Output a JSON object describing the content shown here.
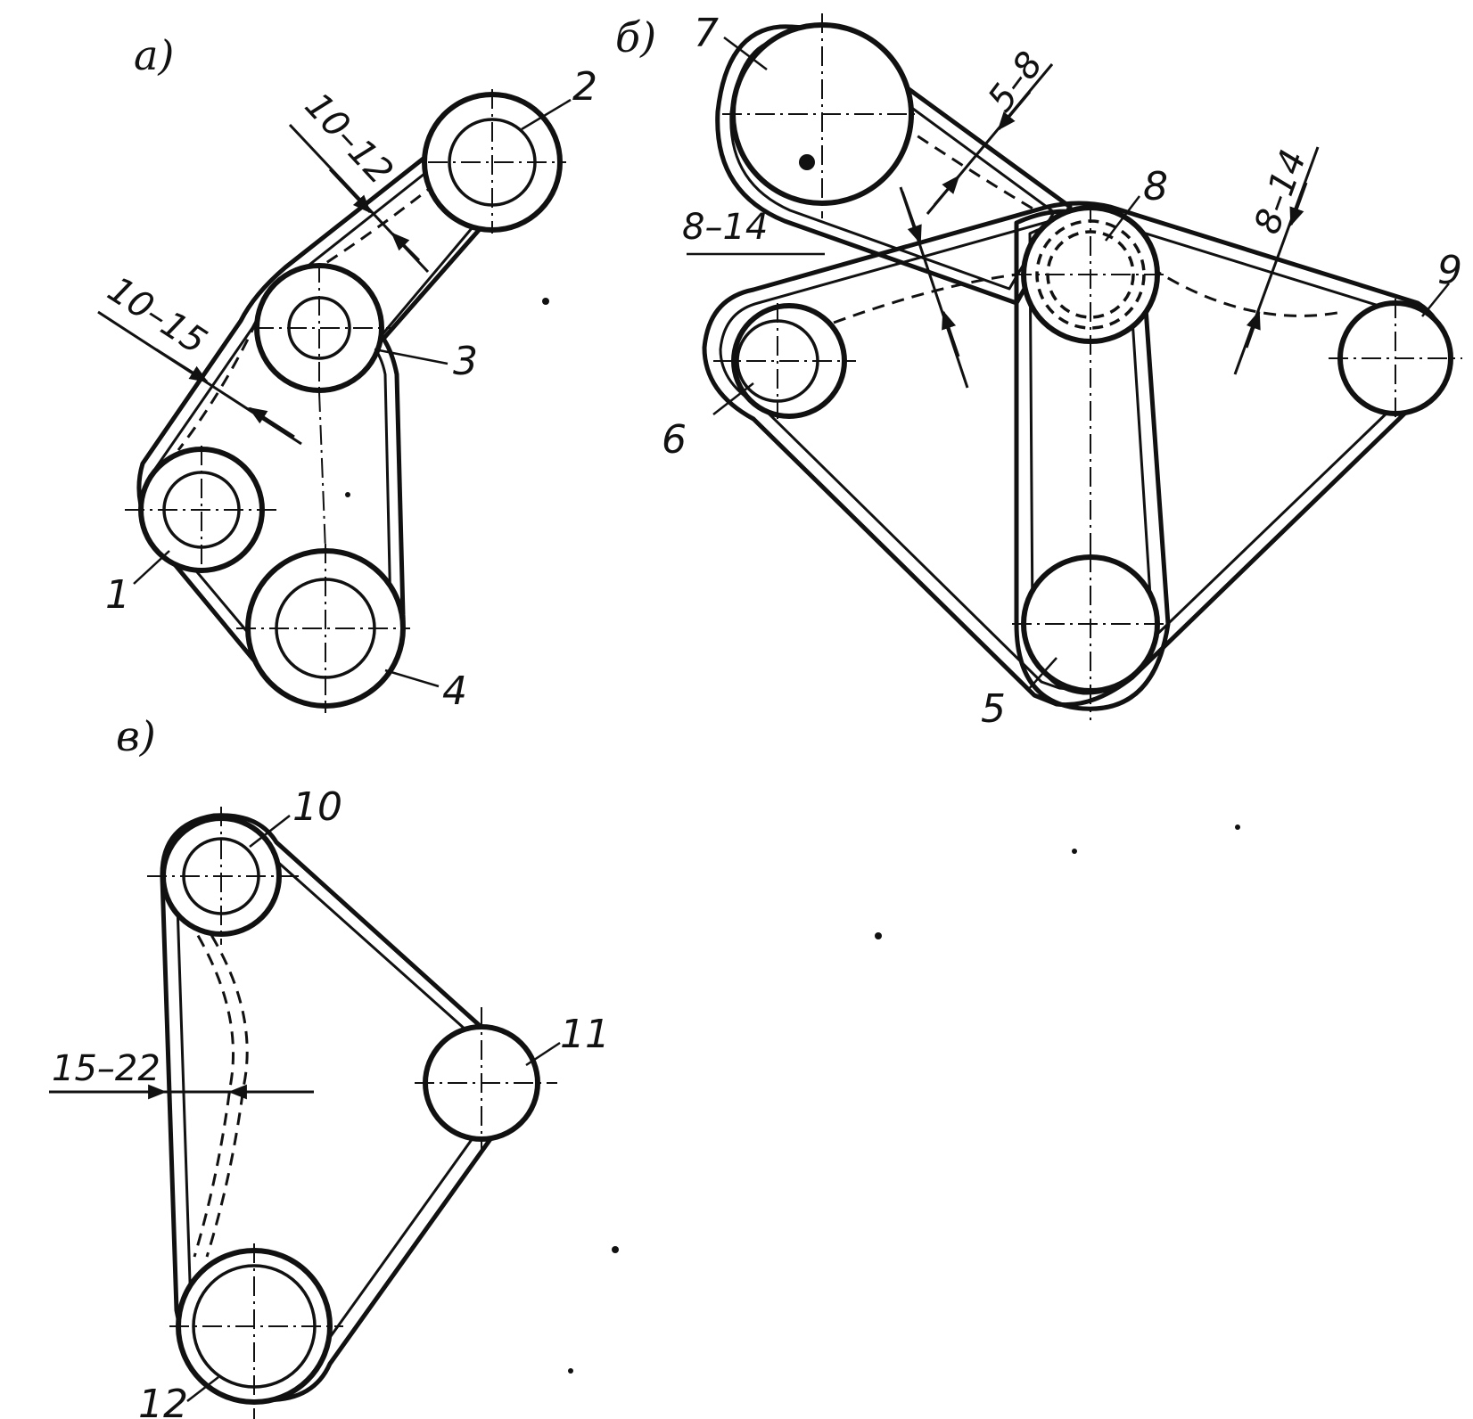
{
  "panels": {
    "a": {
      "label": "а)"
    },
    "b": {
      "label": "б)"
    },
    "c": {
      "label": "в)"
    }
  },
  "pulleys": [
    {
      "id": "1",
      "label": "1"
    },
    {
      "id": "2",
      "label": "2"
    },
    {
      "id": "3",
      "label": "3"
    },
    {
      "id": "4",
      "label": "4"
    },
    {
      "id": "5",
      "label": "5"
    },
    {
      "id": "6",
      "label": "6"
    },
    {
      "id": "7",
      "label": "7"
    },
    {
      "id": "8",
      "label": "8"
    },
    {
      "id": "9",
      "label": "9"
    },
    {
      "id": "10",
      "label": "10"
    },
    {
      "id": "11",
      "label": "11"
    },
    {
      "id": "12",
      "label": "12"
    }
  ],
  "deflections": {
    "a_upper": "10–12",
    "a_left": "10–15",
    "b_upper": "5–8",
    "b_left": "8–14",
    "b_right": "8–14",
    "c_left": "15–22"
  }
}
